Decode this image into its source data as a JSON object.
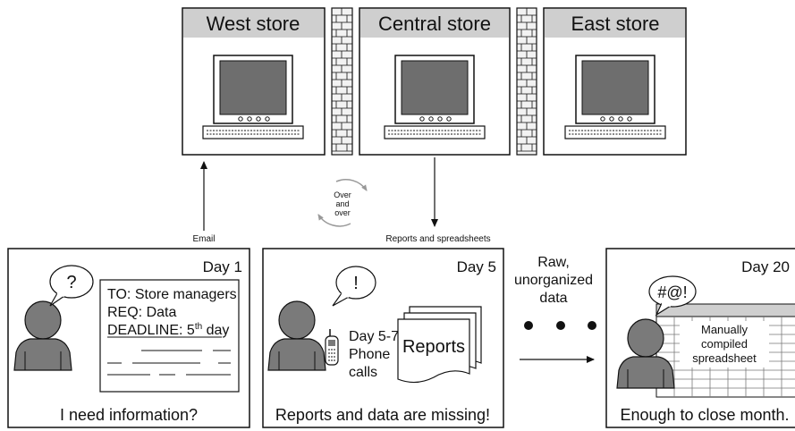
{
  "stores": [
    {
      "name": "West store"
    },
    {
      "name": "Central store"
    },
    {
      "name": "East store"
    }
  ],
  "arrows": {
    "email_label": "Email",
    "reports_label": "Reports and spreadsheets"
  },
  "cycle": {
    "line1": "Over",
    "line2": "and",
    "line3": "over"
  },
  "panel1": {
    "day": "Day 1",
    "bubble": "?",
    "memo": {
      "to": "TO: Store managers",
      "req": "REQ: Data",
      "deadline_prefix": "DEADLINE: 5",
      "deadline_sup": "th",
      "deadline_suffix": " day"
    },
    "caption": "I need information?"
  },
  "panel2": {
    "day": "Day 5",
    "bubble": "!",
    "phone_line1": "Day 5-7",
    "phone_line2": "Phone",
    "phone_line3": "calls",
    "reports": "Reports",
    "caption": "Reports and data are missing!"
  },
  "middle": {
    "line1": "Raw,",
    "line2": "unorganized",
    "line3": "data"
  },
  "panel3": {
    "day": "Day 20",
    "bubble": "#@!",
    "sheet_line1": "Manually",
    "sheet_line2": "compiled",
    "sheet_line3": "spreadsheet",
    "caption": "Enough to close month."
  },
  "colors": {
    "store_header": "#cfcfcf",
    "person": "#7a7a7a",
    "screen": "#6e6e6e",
    "brick": "#f2f2f2",
    "line": "#111111"
  }
}
